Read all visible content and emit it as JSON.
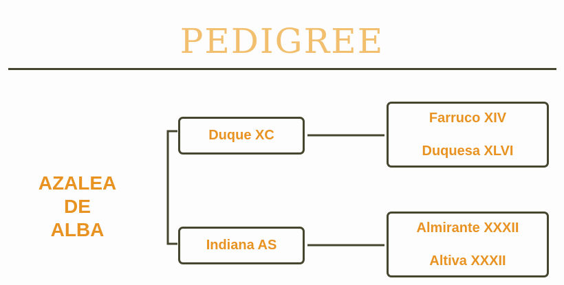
{
  "title": "PEDIGREE",
  "subject": {
    "line1": "AZALEA",
    "line2": "DE",
    "line3": "ALBA"
  },
  "sire": {
    "name": "Duque XC",
    "sire": "Farruco XIV",
    "dam": "Duquesa XLVI"
  },
  "dam": {
    "name": "Indiana AS",
    "sire": "Almirante XXXII",
    "dam": "Altiva XXXII"
  },
  "colors": {
    "title": "#f1bf6e",
    "text": "#e89221",
    "lines": "#45462d",
    "background": "#fdfdfd"
  }
}
